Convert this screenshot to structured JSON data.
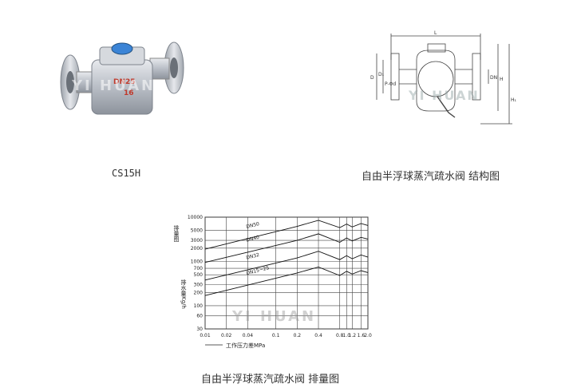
{
  "product_photo": {
    "body_marking_top": "DN25",
    "body_marking_bottom": "16",
    "watermark": "YI HUAN"
  },
  "structure_diagram": {
    "dim_labels": [
      "L",
      "D",
      "D₁",
      "P-Φd",
      "DN",
      "H",
      "H₁"
    ],
    "watermark": "YI HUAN"
  },
  "captions": {
    "photo": "CS15H",
    "structure": "自由半浮球蒸汽疏水阀 结构图",
    "chart": "自由半浮球蒸汽疏水阀 排量图"
  },
  "chart_data": {
    "type": "line",
    "xscale": "log",
    "yscale": "log",
    "x_ticks": [
      "0.01",
      "0.02",
      "0.04",
      "0.1",
      "0.2",
      "0.4",
      "0.8",
      "1.0",
      "1.2",
      "1.6",
      "2.0"
    ],
    "y_ticks": [
      "10000",
      "5000",
      "3000",
      "2000",
      "1000",
      "700",
      "500",
      "300",
      "200",
      "100",
      "60",
      "30"
    ],
    "ylabel_top": "排量图",
    "ylabel": "排水量Kg/h",
    "xlabel": "工作压力差MPa",
    "xlim": [
      0.01,
      2.0
    ],
    "ylim": [
      30,
      10000
    ],
    "grid": true,
    "watermark": "YI HUAN",
    "series": [
      {
        "name": "DN50",
        "x": [
          0.01,
          0.2,
          0.4,
          0.8,
          1.0,
          1.2,
          1.6,
          2.0
        ],
        "y": [
          1900,
          6200,
          8500,
          5800,
          7000,
          6000,
          7200,
          6500
        ]
      },
      {
        "name": "DN40",
        "x": [
          0.01,
          0.2,
          0.4,
          0.8,
          1.0,
          1.2,
          1.6,
          2.0
        ],
        "y": [
          950,
          3000,
          4200,
          2700,
          3400,
          2900,
          3500,
          3200
        ]
      },
      {
        "name": "DN32",
        "x": [
          0.01,
          0.2,
          0.4,
          0.8,
          1.0,
          1.2,
          1.6,
          2.0
        ],
        "y": [
          380,
          1200,
          1700,
          1100,
          1350,
          1150,
          1400,
          1250
        ]
      },
      {
        "name": "DN15~25",
        "x": [
          0.01,
          0.2,
          0.4,
          0.8,
          1.0,
          1.2,
          1.6,
          2.0
        ],
        "y": [
          170,
          550,
          750,
          480,
          600,
          520,
          620,
          560
        ]
      }
    ]
  }
}
